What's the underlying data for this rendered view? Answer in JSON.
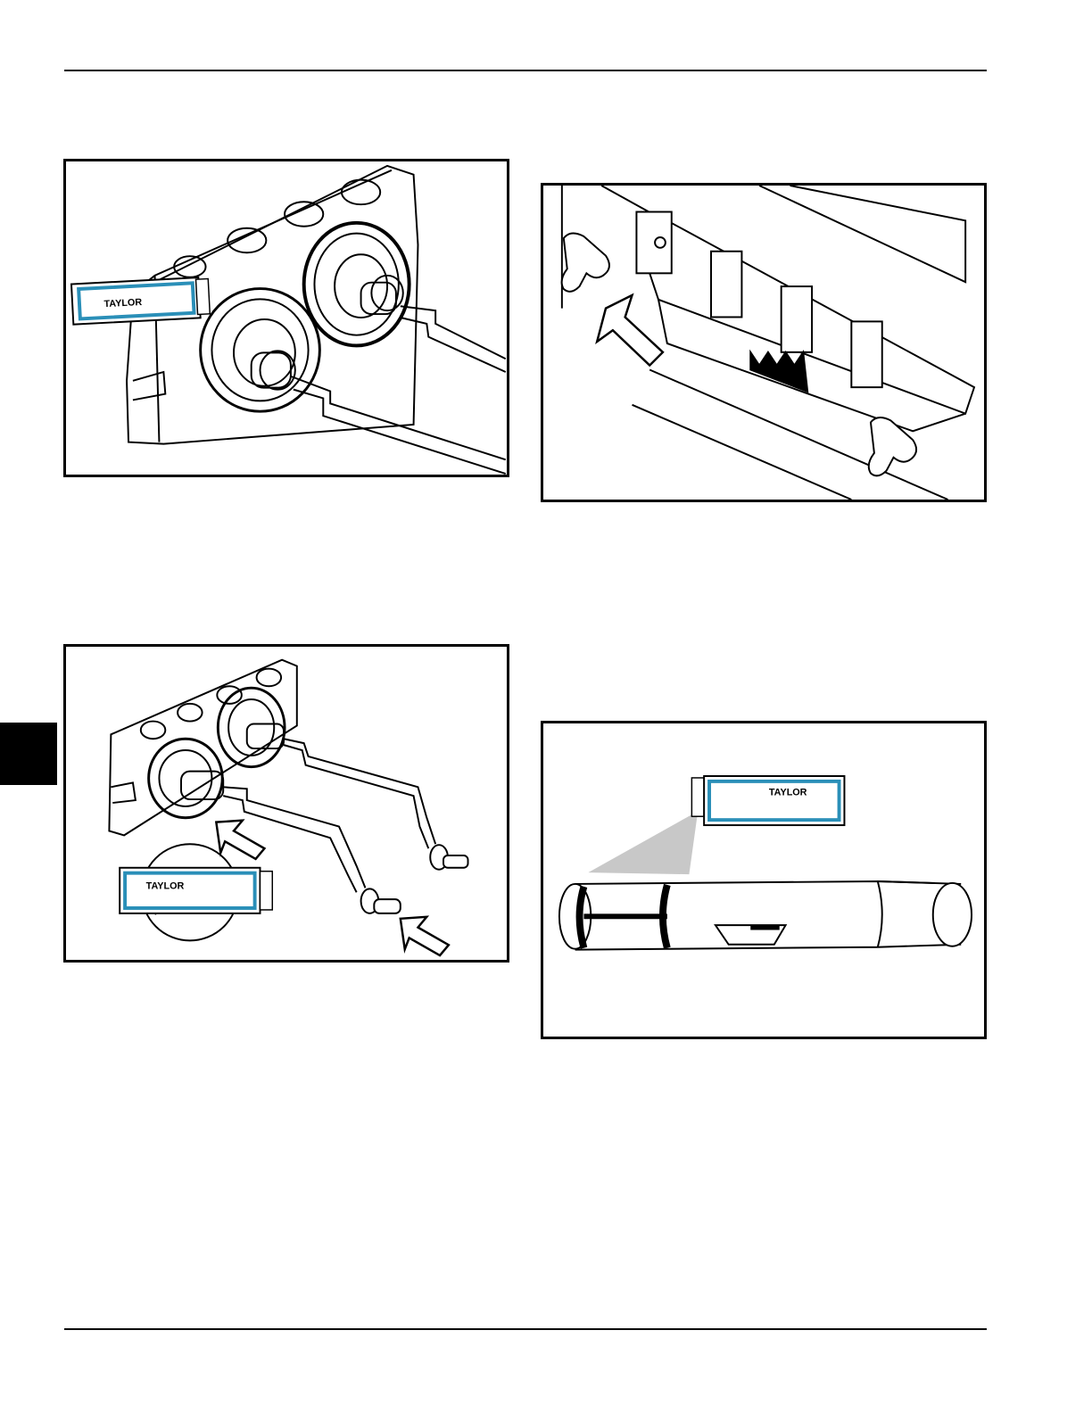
{
  "page": {
    "tab_color": "#000000",
    "line_color": "#000000"
  },
  "figures": [
    {
      "id": "figure-top-left",
      "subject": "door with two draw valve seals and lubricant tube",
      "tube": {
        "brand": "TAYLOR",
        "accent_color": "#2a8fb8"
      }
    },
    {
      "id": "figure-top-right",
      "subject": "freezer door installed with handscrew knobs, arrow",
      "icons": [
        "arrow-icon",
        "handscrew-knob-icon"
      ]
    },
    {
      "id": "figure-bottom-left",
      "subject": "prime plugs being inserted into door with lubricant tube",
      "tube": {
        "brand": "TAYLOR",
        "accent_color": "#2a8fb8"
      },
      "icons": [
        "arrow-icon"
      ]
    },
    {
      "id": "figure-bottom-right",
      "subject": "drive shaft lubricated at grooves",
      "tube": {
        "brand": "TAYLOR",
        "accent_color": "#2a8fb8"
      }
    }
  ]
}
